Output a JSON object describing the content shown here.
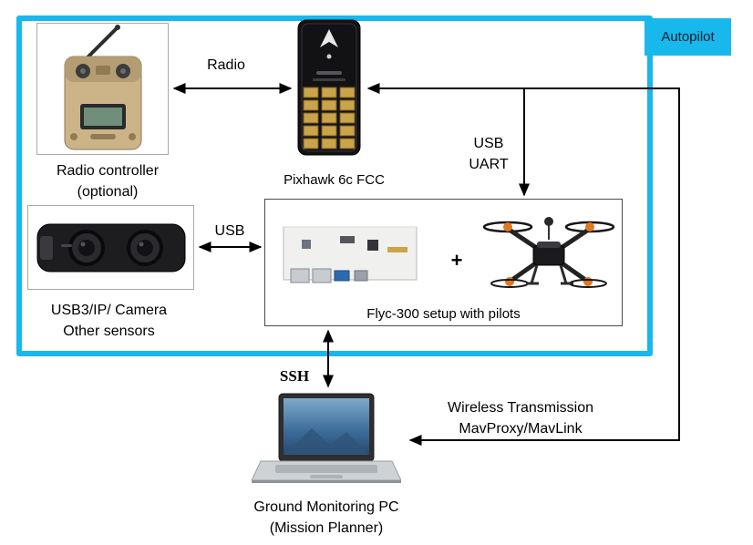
{
  "colors": {
    "accent_cyan": "#18b7ec",
    "wire_black": "#000000"
  },
  "badge": {
    "label": "Autopilot"
  },
  "nodes": {
    "radio_controller": {
      "label_line1": "Radio controller",
      "label_line2": "(optional)"
    },
    "pixhawk": {
      "label": "Pixhawk 6c FCC"
    },
    "camera": {
      "label_line1": "USB3/IP/ Camera",
      "label_line2": "Other sensors"
    },
    "flyc": {
      "label": "Flyc-300 setup with pilots",
      "plus_sign": "+"
    },
    "ground_pc": {
      "label_line1": "Ground Monitoring PC",
      "label_line2": "(Mission Planner)"
    }
  },
  "links": {
    "radio": {
      "label": "Radio"
    },
    "usb_uart": {
      "label_line1": "USB",
      "label_line2": "UART"
    },
    "usb": {
      "label": "USB"
    },
    "ssh": {
      "label": "SSH"
    },
    "wireless": {
      "label_line1": "Wireless Transmission",
      "label_line2": "MavProxy/MavLink"
    }
  }
}
